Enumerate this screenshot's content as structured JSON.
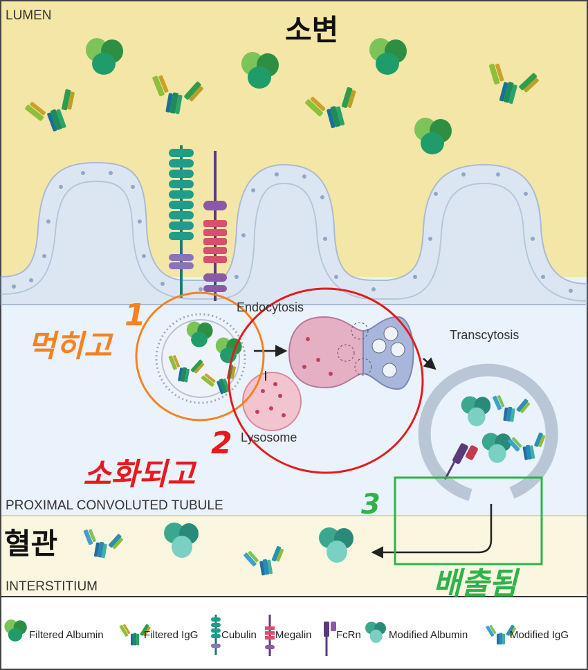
{
  "zones": {
    "lumen_label": "LUMEN",
    "lumen_kor": "소변",
    "tubule_label": "PROXIMAL CONVOLUTED TUBULE",
    "blood_kor": "혈관",
    "interstitium_label": "INTERSTITIUM"
  },
  "process": {
    "endocytosis": "Endocytosis",
    "lysosome": "Lysosome",
    "transcytosis": "Transcytosis"
  },
  "steps": [
    {
      "number": "1",
      "text": "먹히고",
      "color": "#f58220"
    },
    {
      "number": "2",
      "text": "소화되고",
      "color": "#e8191d"
    },
    {
      "number": "3",
      "text": "배출됨",
      "color": "#2db34a"
    }
  ],
  "legend": [
    {
      "label": "Filtered Albumin",
      "icon": "albumin-icon"
    },
    {
      "label": "Filtered IgG",
      "icon": "igg-icon"
    },
    {
      "label": "Cubulin",
      "icon": "cubulin-icon"
    },
    {
      "label": "Megalin",
      "icon": "megalin-icon"
    },
    {
      "label": "FcRn",
      "icon": "fcrn-icon"
    },
    {
      "label": "Modified Albumin",
      "icon": "modified-albumin-icon"
    },
    {
      "label": "Modified IgG",
      "icon": "modified-igg-icon"
    }
  ],
  "colors": {
    "lumen": "#f4e6a6",
    "cell": "#e4ecf6",
    "cell_border": "#9fb3cc",
    "interstitium": "#fbf6df",
    "albumin": "#2e9a4a",
    "modified": "#3fb3a0"
  }
}
